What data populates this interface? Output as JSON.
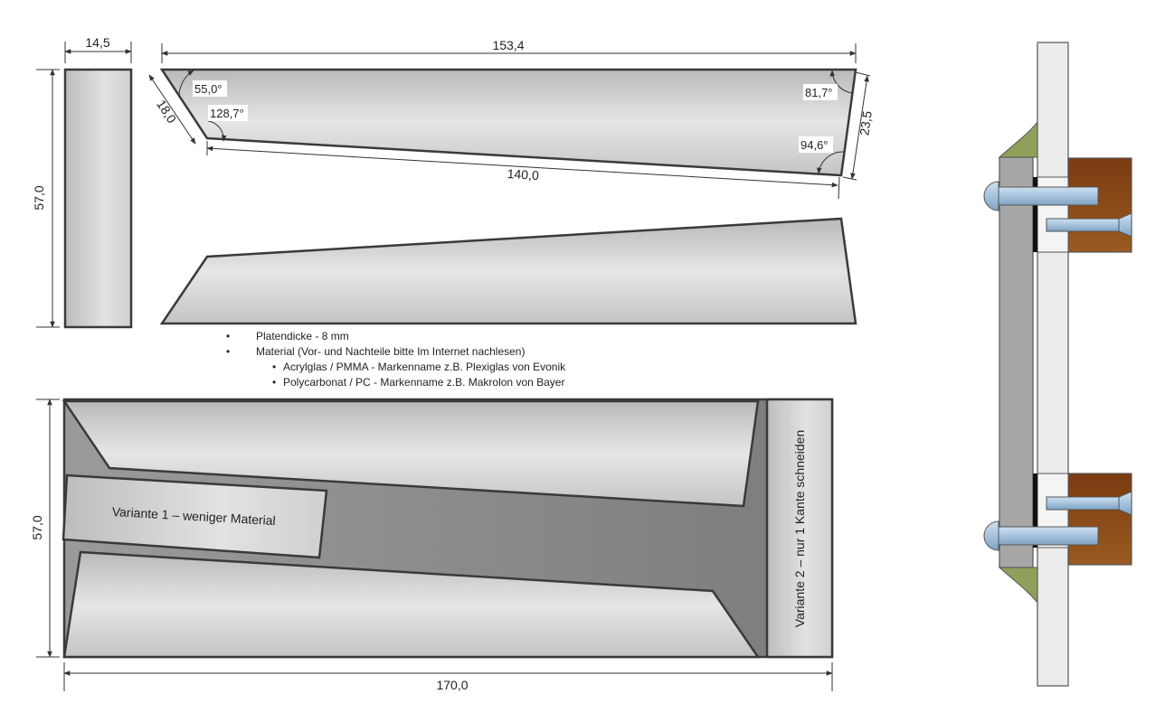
{
  "dimensions": {
    "side_width": "14,5",
    "side_height": "57,0",
    "top_length": "153,4",
    "slant_edge": "18,0",
    "bottom_length": "140,0",
    "right_edge": "23,5",
    "sheet_height": "57,0",
    "sheet_length": "170,0"
  },
  "angles": {
    "top_left": "55,0°",
    "inner_left": "128,7°",
    "top_right": "81,7°",
    "bottom_right": "94,6°"
  },
  "notes": {
    "thickness": "Platendicke - 8 mm",
    "material": "Material (Vor- und Nachteile bitte Im Internet nachlesen)",
    "acrylic": "Acrylglas / PMMA - Markenname z.B. Plexiglas von Evonik",
    "polycarbonate": "Polycarbonat / PC - Markenname z.B. Makrolon von Bayer"
  },
  "labels": {
    "variant1": "Variante 1 – weniger Material",
    "variant2": "Variante 2 – nur 1 Kante schneiden"
  },
  "colors": {
    "plate_fill_light": "#e4e4e4",
    "plate_fill_dark": "#bdbdbd",
    "sheet_background": "#8a8a8a",
    "wood": "#8b4513",
    "screw": "#a9c6e0",
    "adhesive": "#8fa05a"
  }
}
